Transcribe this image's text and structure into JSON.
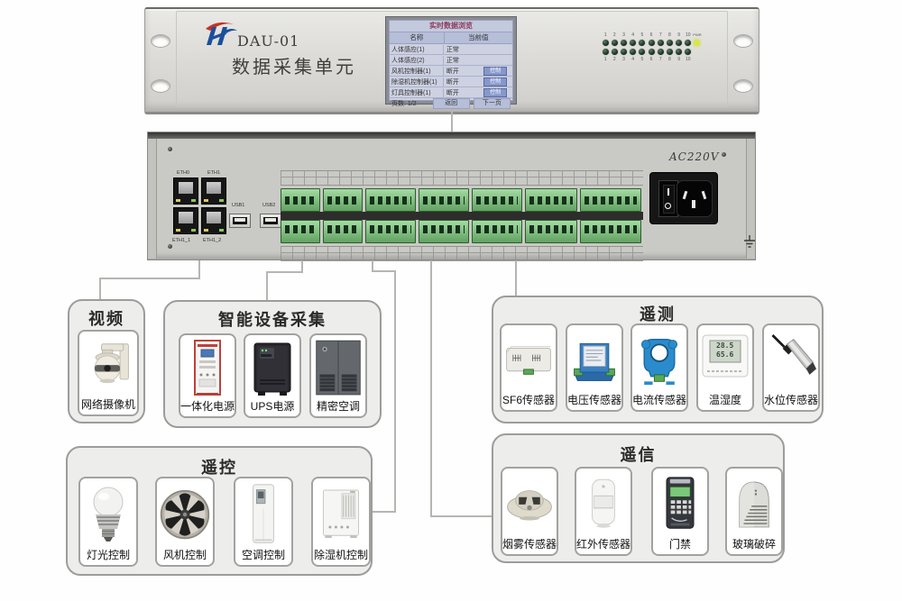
{
  "device_top": {
    "model": "DAU-01",
    "title": "数据采集单元",
    "screen": {
      "header": "实时数据浏览",
      "columns": [
        "名称",
        "当前值"
      ],
      "rows": [
        [
          "人体感应(1)",
          "正常",
          ""
        ],
        [
          "人体感应(2)",
          "正常",
          ""
        ],
        [
          "风机控制器(1)",
          "断开",
          "控制"
        ],
        [
          "除湿机控制器(1)",
          "断开",
          "控制"
        ],
        [
          "灯具控制器(1)",
          "断开",
          "控制"
        ]
      ],
      "footer": [
        "页数: 1/2",
        "返回",
        "下一页"
      ]
    },
    "led_numbers": [
      "1",
      "2",
      "3",
      "4",
      "5",
      "6",
      "7",
      "8",
      "9",
      "10"
    ],
    "pwr_label": "PWR"
  },
  "device_rear": {
    "eth_labels_top": [
      "ETH0",
      "ETH1"
    ],
    "eth_labels_bottom": [
      "ETH1_1",
      "ETH1_2"
    ],
    "usb_labels": [
      "USB1",
      "USB2"
    ],
    "ac_label": "AC220V"
  },
  "groups": {
    "video": {
      "title": "视频",
      "items": [
        {
          "label": "网络摄像机"
        }
      ]
    },
    "smart": {
      "title": "智能设备采集",
      "items": [
        {
          "label": "一体化电源"
        },
        {
          "label": "UPS电源"
        },
        {
          "label": "精密空调"
        }
      ]
    },
    "remote_control": {
      "title": "遥控",
      "items": [
        {
          "label": "灯光控制"
        },
        {
          "label": "风机控制"
        },
        {
          "label": "空调控制"
        },
        {
          "label": "除湿机控制"
        }
      ]
    },
    "telemetry": {
      "title": "遥测",
      "items": [
        {
          "label": "SF6传感器"
        },
        {
          "label": "电压传感器"
        },
        {
          "label": "电流传感器"
        },
        {
          "label": "温湿度",
          "display": [
            "28.5",
            "65.6"
          ]
        },
        {
          "label": "水位传感器"
        }
      ]
    },
    "signal": {
      "title": "遥信",
      "items": [
        {
          "label": "烟雾传感器"
        },
        {
          "label": "红外传感器"
        },
        {
          "label": "门禁"
        },
        {
          "label": "玻璃破碎"
        }
      ]
    }
  }
}
